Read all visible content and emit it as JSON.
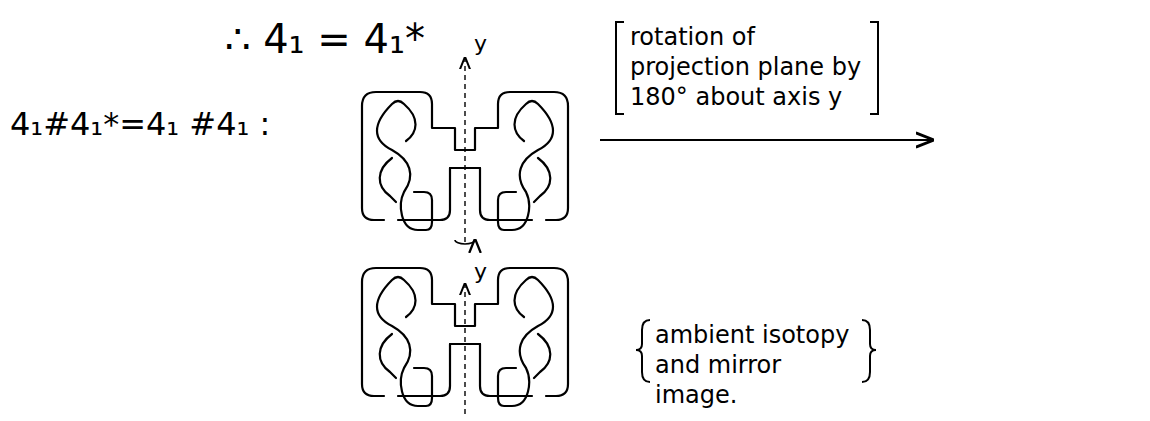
{
  "diagram": {
    "labels": [
      "∴ 4₁ = 4₁*",
      "y",
      "rotation of projection plane by 180° about axis y",
      "4₁#4₁*=4₁ #4₁ :",
      "y",
      "ambient isotopy and mirror image."
    ]
  }
}
